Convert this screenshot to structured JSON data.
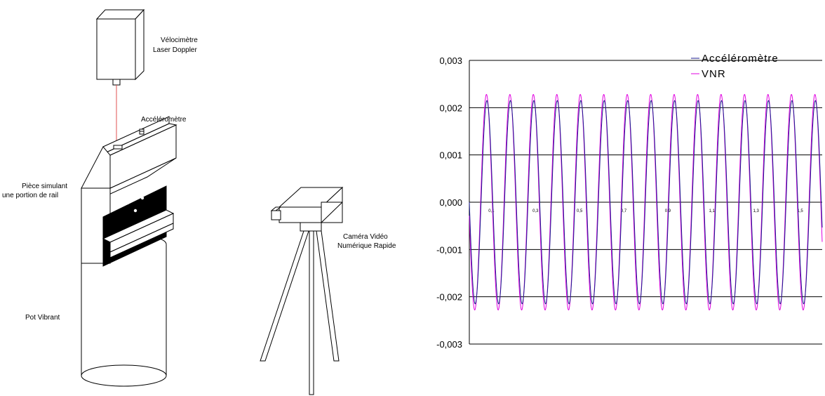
{
  "labels": {
    "velocimeter_line1": "Vélocimètre",
    "velocimeter_line2": "Laser Doppler",
    "accelerometer": "Accéléromètre",
    "rail_piece_line1": "Pièce simulant",
    "rail_piece_line2": "une portion de rail",
    "shaker": "Pot Vibrant",
    "camera_line1": "Caméra Vidéo",
    "camera_line2": "Numérique Rapide"
  },
  "colors": {
    "laser_beam": "#e05050",
    "series_accelerometer": "#1a1a8c",
    "series_vnr": "#e000e0"
  },
  "chart_data": {
    "type": "line",
    "title": "",
    "xlabel": "",
    "ylabel": "",
    "xlim": [
      0.0,
      1.6
    ],
    "ylim": [
      -0.003,
      0.003
    ],
    "y_ticks": [
      "0,003",
      "0,002",
      "0,001",
      "0,000",
      "-0,001",
      "-0,002",
      "-0,003"
    ],
    "x_ticks": [
      "0,1",
      "0,3",
      "0,5",
      "0,7",
      "0,9",
      "1,1",
      "1,3",
      "1,5"
    ],
    "grid": "horizontal",
    "legend": "top-right",
    "series": [
      {
        "name": "Accéléromètre",
        "frequency_hz": 9.4,
        "amplitude": 0.00215,
        "phase_cycles": 0.0
      },
      {
        "name": "VNR",
        "frequency_hz": 9.4,
        "amplitude": 0.00228,
        "phase_cycles": 0.02
      }
    ]
  }
}
